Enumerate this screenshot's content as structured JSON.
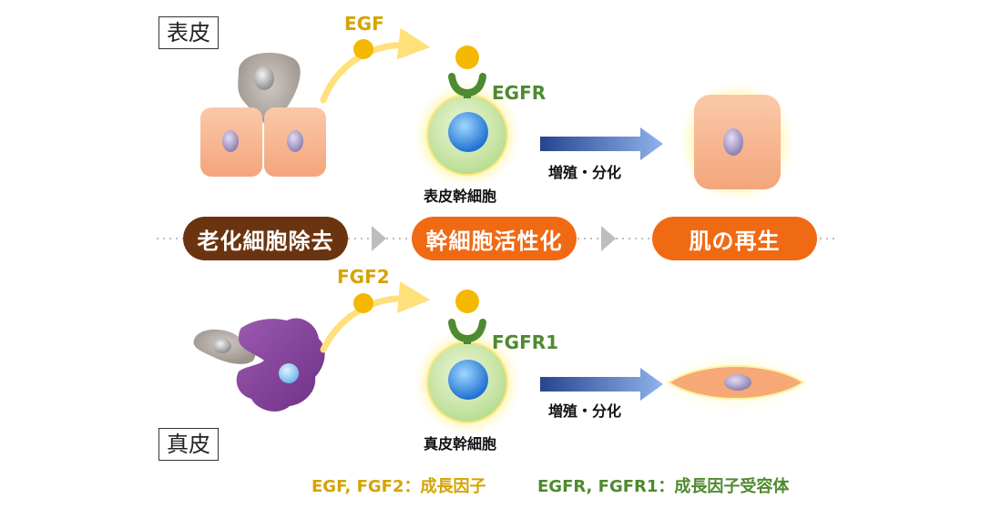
{
  "layers": {
    "epidermis": "表皮",
    "dermis": "真皮"
  },
  "factors": {
    "egf": "EGF",
    "fgf2": "FGF2"
  },
  "receptors": {
    "egfr": "EGFR",
    "fgfr1": "FGFR1"
  },
  "stem_cells": {
    "epidermal": "表皮幹細胞",
    "dermal": "真皮幹細胞"
  },
  "process_labels": {
    "top": "増殖・分化",
    "bottom": "増殖・分化"
  },
  "steps": [
    {
      "label": "老化細胞除去",
      "color": "#6b3410"
    },
    {
      "label": "幹細胞活性化",
      "color": "#f06a14"
    },
    {
      "label": "肌の再生",
      "color": "#f06a14"
    }
  ],
  "legend": {
    "growth_factors": "EGF, FGF2：成長因子",
    "receptors": "EGFR, FGFR1：成長因子受容体"
  },
  "colors": {
    "factor_yellow": "#f5b800",
    "receptor_green": "#4e8a2f",
    "arrow_blue": "#3f63b8",
    "epidermal_cell": "#f6b08a",
    "fibroblast_purple": "#8b4a9c"
  }
}
